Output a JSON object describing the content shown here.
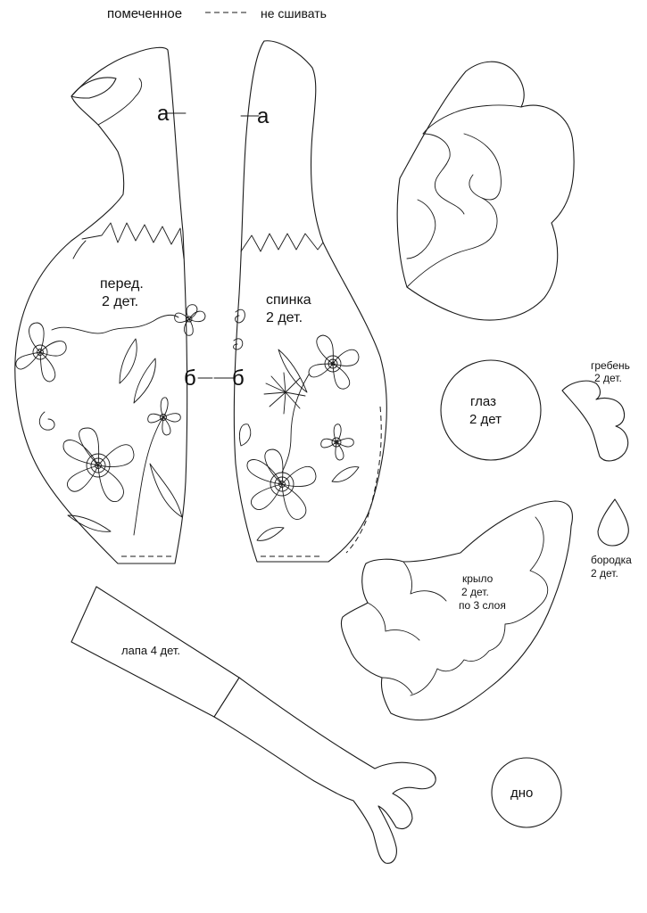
{
  "legend": {
    "marked": "помеченное",
    "not_sewn": "не сшивать"
  },
  "pieces": {
    "front": {
      "name": "перед.",
      "count": "2 дет.",
      "mark_a": "а",
      "mark_b": "б"
    },
    "back": {
      "name": "спинка",
      "count": "2 дет.",
      "mark_a": "а",
      "mark_b": "б"
    },
    "comb": {
      "name": "гребень",
      "count": "2 дет."
    },
    "eye": {
      "name": "глаз",
      "count": "2 дет"
    },
    "wattle": {
      "name": "бородка",
      "count": "2 дет."
    },
    "wing": {
      "name": "крыло",
      "count": "2 дет.",
      "layers": "по 3 слоя"
    },
    "leg": {
      "label": "лапа 4 дет."
    },
    "bottom": {
      "label": "дно"
    }
  }
}
